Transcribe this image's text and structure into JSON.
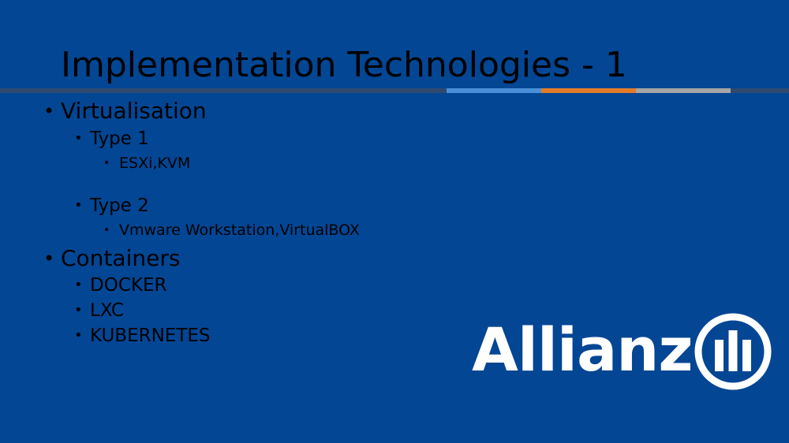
{
  "slide": {
    "title": "Implementation Technologies - 1",
    "bullet_char": "•",
    "items": [
      {
        "level": 1,
        "text": "Virtualisation"
      },
      {
        "level": 2,
        "text": "Type 1"
      },
      {
        "level": 3,
        "text": "ESXi,KVM"
      },
      {
        "level": 2,
        "text": "Type 2"
      },
      {
        "level": 3,
        "text": "Vmware Workstation,VirtualBOX"
      },
      {
        "level": 1,
        "text": "Containers"
      },
      {
        "level": 2,
        "text": "DOCKER"
      },
      {
        "level": 2,
        "text": "LXC"
      },
      {
        "level": 2,
        "text": "KUBERNETES"
      }
    ]
  },
  "logo": {
    "brand": "Allianz"
  },
  "colors": {
    "background": "#034694",
    "text": "#000000",
    "rule_dark": "#2e4a6e",
    "rule_blue": "#4a90d9",
    "rule_orange": "#e37b2a",
    "rule_gray": "#a6a6a6",
    "logo": "#ffffff"
  }
}
